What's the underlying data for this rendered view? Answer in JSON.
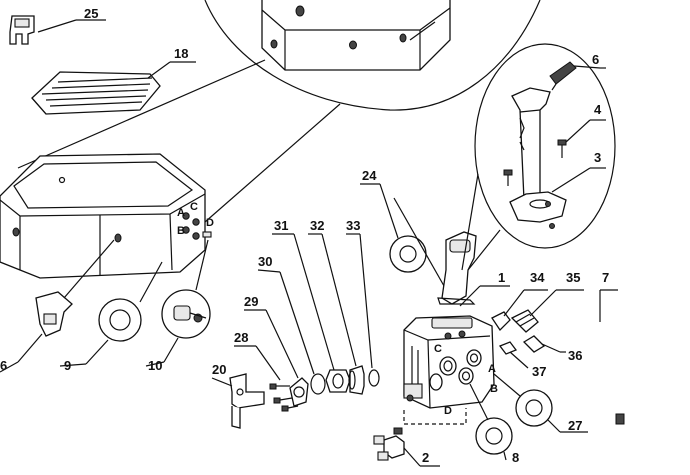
{
  "diagram": {
    "callouts": [
      {
        "id": "c25",
        "label": "25"
      },
      {
        "id": "c18",
        "label": "18"
      },
      {
        "id": "c6top",
        "label": "6"
      },
      {
        "id": "c4",
        "label": "4"
      },
      {
        "id": "c3",
        "label": "3"
      },
      {
        "id": "c24",
        "label": "24"
      },
      {
        "id": "c31",
        "label": "31"
      },
      {
        "id": "c32",
        "label": "32"
      },
      {
        "id": "c33",
        "label": "33"
      },
      {
        "id": "c30",
        "label": "30"
      },
      {
        "id": "c29",
        "label": "29"
      },
      {
        "id": "c28",
        "label": "28"
      },
      {
        "id": "c20",
        "label": "20"
      },
      {
        "id": "c1",
        "label": "1"
      },
      {
        "id": "c34",
        "label": "34"
      },
      {
        "id": "c35",
        "label": "35"
      },
      {
        "id": "c7",
        "label": "7"
      },
      {
        "id": "c36",
        "label": "36"
      },
      {
        "id": "c37",
        "label": "37"
      },
      {
        "id": "c27",
        "label": "27"
      },
      {
        "id": "c8",
        "label": "8"
      },
      {
        "id": "c2",
        "label": "2"
      },
      {
        "id": "c9",
        "label": "9"
      },
      {
        "id": "c10",
        "label": "10"
      },
      {
        "id": "c6left",
        "label": "6"
      }
    ],
    "port_letters": {
      "tub": [
        "A",
        "B",
        "C",
        "D"
      ],
      "pump": [
        "A",
        "B",
        "C",
        "D"
      ]
    }
  }
}
